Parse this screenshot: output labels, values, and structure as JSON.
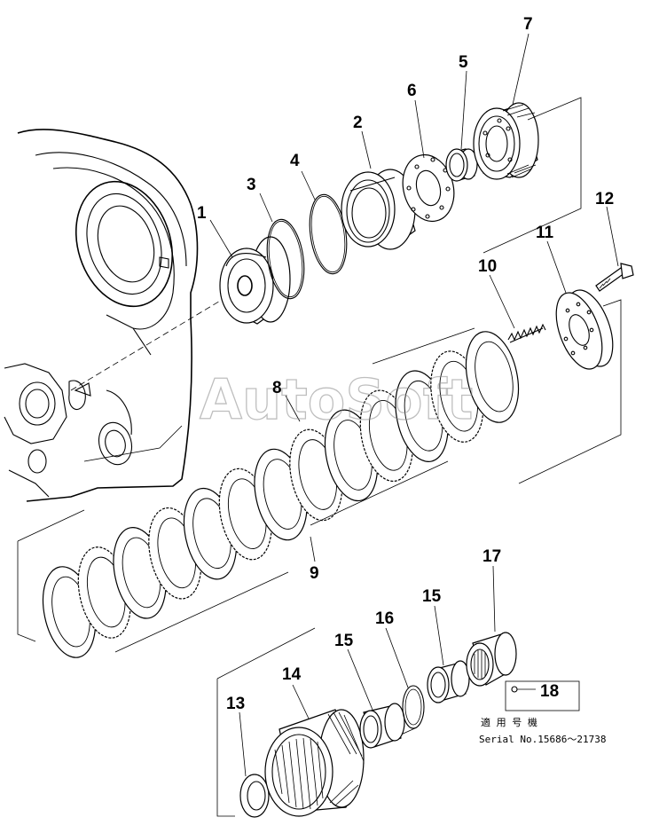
{
  "watermark": "AutoSoft",
  "callouts": {
    "c1": "1",
    "c2": "2",
    "c3": "3",
    "c4": "4",
    "c5": "5",
    "c6": "6",
    "c7": "7",
    "c8": "8",
    "c9": "9",
    "c10": "10",
    "c11": "11",
    "c12": "12",
    "c13": "13",
    "c14": "14",
    "c15a": "15",
    "c15b": "15",
    "c16": "16",
    "c17": "17",
    "c18": "18"
  },
  "serial_note": {
    "label": "適 用 号 機",
    "text": "Serial No.15686～21738"
  }
}
